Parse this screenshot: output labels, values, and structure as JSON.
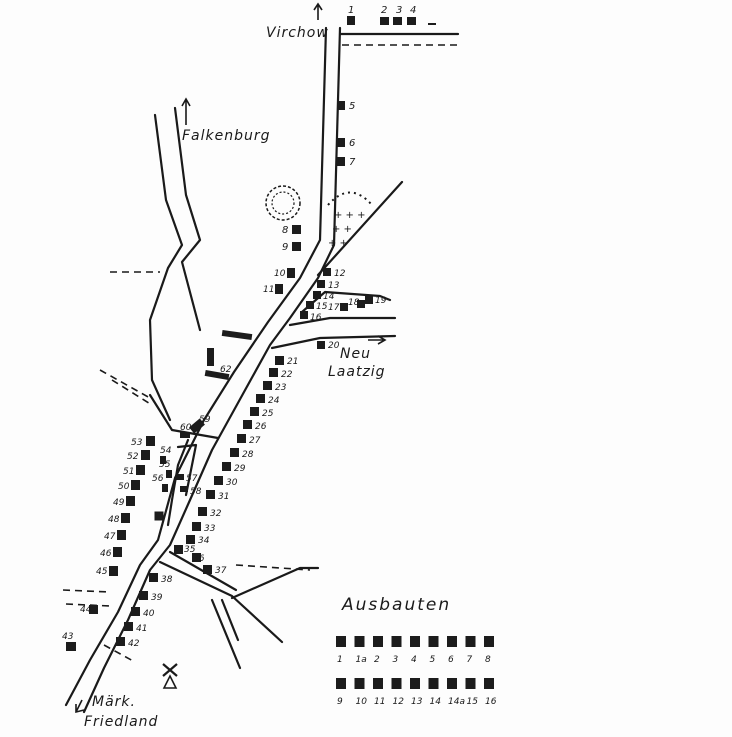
{
  "places": {
    "virchow": "Virchow",
    "falkenburg": "Falkenburg",
    "neu": "Neu",
    "laatzig": "Laatzig",
    "maerk": "Märk.",
    "friedland": "Friedland"
  },
  "legend": {
    "title": "Ausbauten",
    "row1": [
      "1",
      "1a",
      "2",
      "3",
      "4",
      "5",
      "6",
      "7",
      "8"
    ],
    "row2": [
      "9",
      "10",
      "11",
      "12",
      "13",
      "14",
      "14a",
      "15",
      "16"
    ]
  },
  "building_labels": {
    "n1": "1",
    "n2": "2",
    "n3": "3",
    "n4": "4",
    "n5": "5",
    "n6": "6",
    "n7": "7",
    "n8": "8",
    "n9": "9",
    "n10": "10",
    "n11": "11",
    "n12": "12",
    "n13": "13",
    "n14": "14",
    "n15": "15",
    "n16": "16",
    "n17": "17",
    "n18": "18",
    "n19": "19",
    "n20": "20",
    "n21": "21",
    "n22": "22",
    "n23": "23",
    "n24": "24",
    "n25": "25",
    "n26": "26",
    "n27": "27",
    "n28": "28",
    "n29": "29",
    "n30": "30",
    "n31": "31",
    "n32": "32",
    "n33": "33",
    "n34": "34",
    "n35": "35",
    "n36": "36",
    "n37": "37",
    "n38": "38",
    "n39": "39",
    "n40": "40",
    "n41": "41",
    "n42": "42",
    "n43": "43",
    "n44": "44",
    "n45": "45",
    "n46": "46",
    "n47": "47",
    "n48": "48",
    "n49": "49",
    "n50": "50",
    "n51": "51",
    "n52": "52",
    "n53": "53",
    "n54": "54",
    "n55": "55",
    "n56": "56",
    "n57": "57",
    "n58": "58",
    "n59": "59",
    "n60": "60",
    "n62": "62"
  }
}
